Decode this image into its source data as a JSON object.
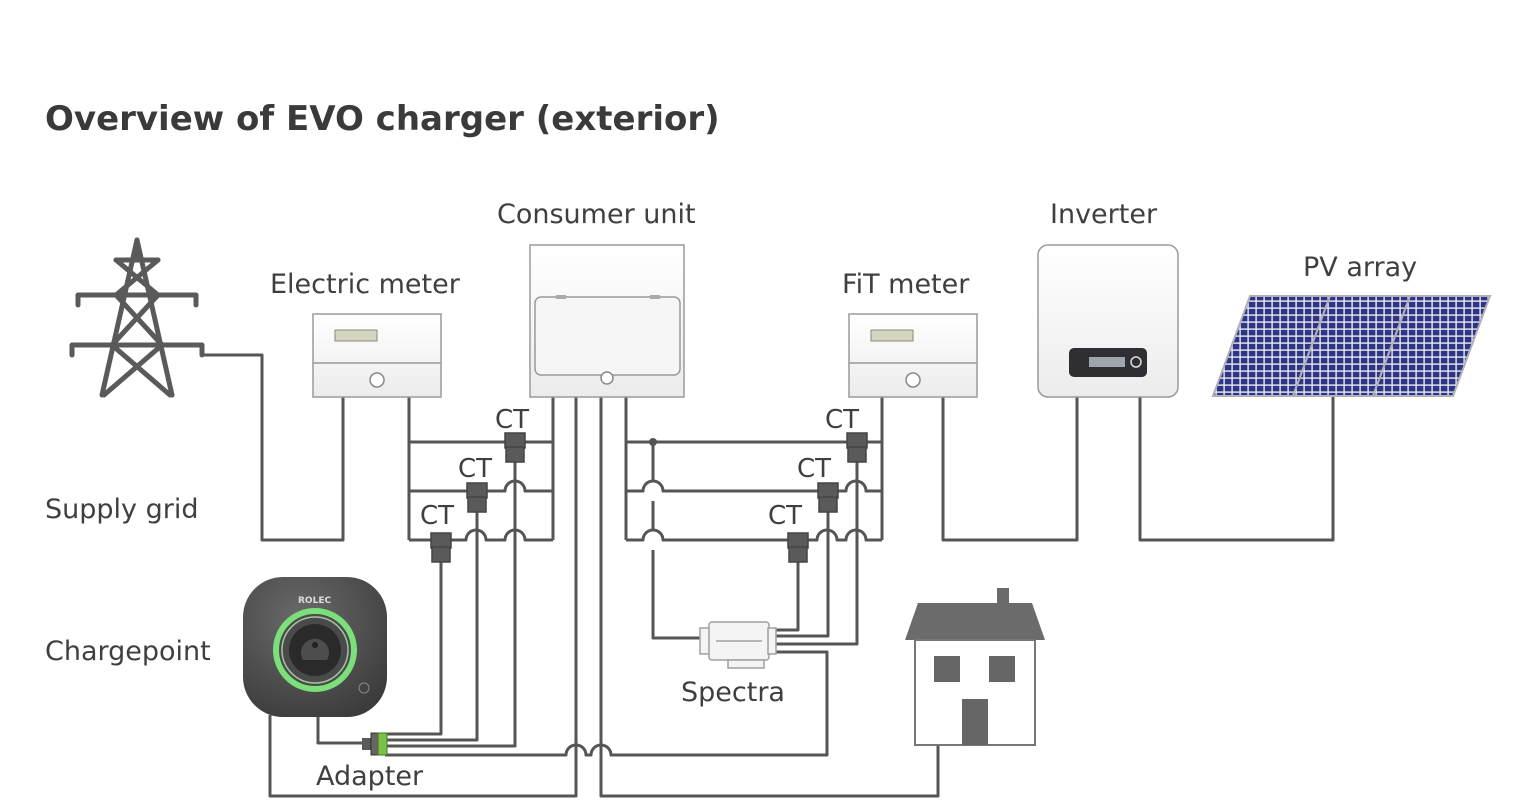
{
  "title": "Overview of EVO charger (exterior)",
  "labels": {
    "supply_grid": "Supply grid",
    "electric_meter": "Electric meter",
    "consumer_unit": "Consumer unit",
    "fit_meter": "FiT meter",
    "inverter": "Inverter",
    "pv_array": "PV array",
    "chargepoint": "Chargepoint",
    "adapter": "Adapter",
    "spectra": "Spectra",
    "ct": "CT"
  },
  "chargepoint_brand": "ROLEC",
  "colors": {
    "wire": "#555555",
    "ct_clamp": "#555555",
    "charger_ring": "#6fd36f",
    "adapter_green": "#7cc04a",
    "panel_cell": "#2e3585",
    "house_roof": "#6b6b6b"
  }
}
